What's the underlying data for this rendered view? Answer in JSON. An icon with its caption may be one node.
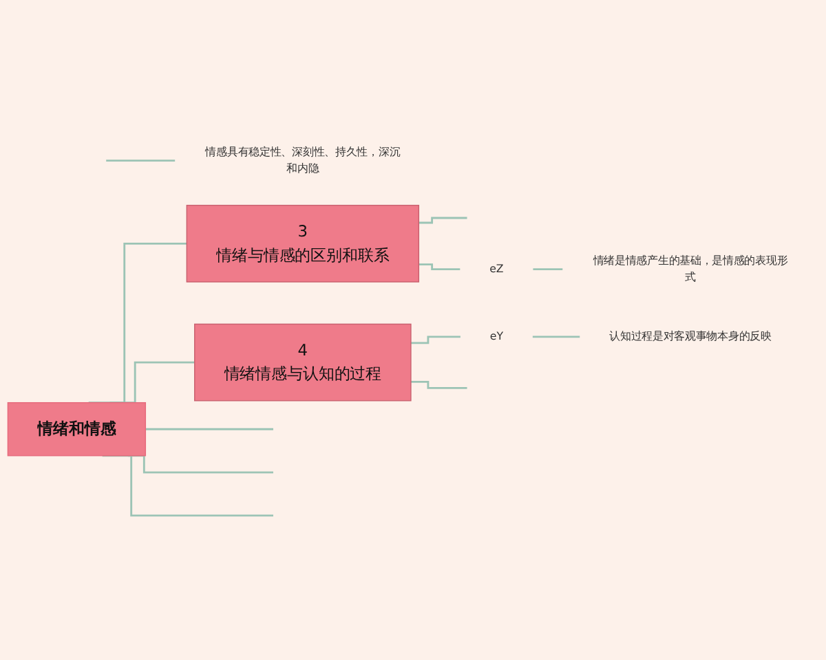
{
  "diagram": {
    "nodes": [
      {
        "text": [
          "情绪和情感"
        ]
      },
      {
        "text": [
          "3",
          "情绪与情感的区别和联系"
        ]
      },
      {
        "text": [
          "情感具有稳定性、深刻性、持久性，深沉和内隐"
        ]
      },
      {
        "text": [
          "eZ"
        ]
      },
      {
        "text": [
          "情绪是情感产生的基础，是情感的表现形式"
        ]
      },
      {
        "text": [
          "4",
          "情绪情感与认知的过程"
        ]
      },
      {
        "text": [
          "eY"
        ]
      },
      {
        "text": [
          "认知过程是对客观事物本身的反映"
        ]
      }
    ],
    "edges": [
      {
        "from": 0,
        "to": 1,
        "arrow": "none"
      },
      {
        "from": 1,
        "to": null,
        "arrow": "none"
      },
      {
        "from": null,
        "to": 2,
        "arrow": "none"
      },
      {
        "from": 1,
        "to": 3,
        "arrow": "none"
      },
      {
        "from": 3,
        "to": 4,
        "arrow": "none"
      },
      {
        "from": 0,
        "to": 5,
        "arrow": "none"
      },
      {
        "from": 5,
        "to": 6,
        "arrow": "none"
      },
      {
        "from": 6,
        "to": 7,
        "arrow": "none"
      },
      {
        "from": 5,
        "to": null,
        "arrow": "none"
      },
      {
        "from": 0,
        "to": null,
        "arrow": "none"
      },
      {
        "from": 0,
        "to": null,
        "arrow": "none"
      },
      {
        "from": 0,
        "to": null,
        "arrow": "none"
      }
    ]
  }
}
